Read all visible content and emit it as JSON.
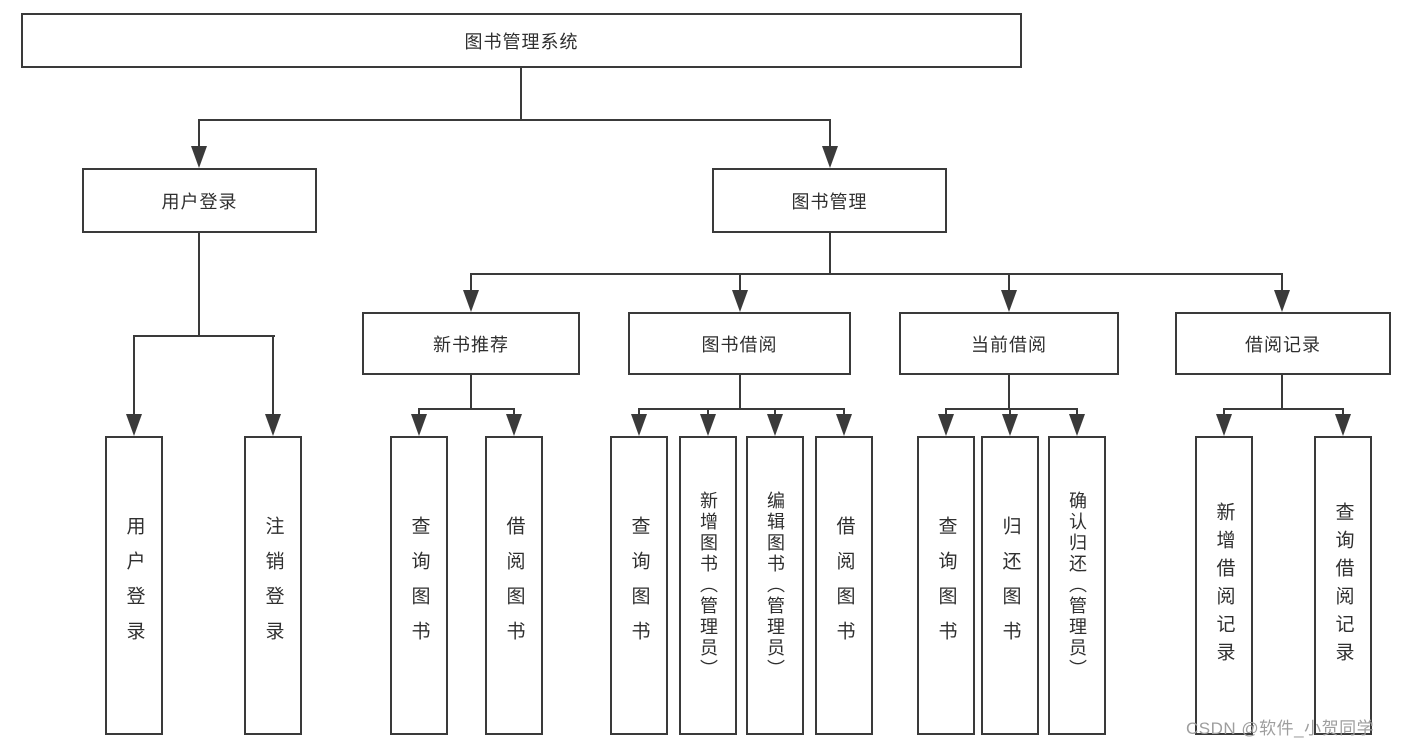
{
  "diagram": {
    "nodes": {
      "root": {
        "label": "图书管理系统"
      },
      "user_login": {
        "label": "用户登录"
      },
      "book_mgmt": {
        "label": "图书管理"
      },
      "new_book_rec": {
        "label": "新书推荐"
      },
      "book_borrow": {
        "label": "图书借阅"
      },
      "current_borrow": {
        "label": "当前借阅"
      },
      "borrow_records": {
        "label": "借阅记录"
      }
    },
    "leaves": {
      "user_login": [
        {
          "label": "用户登录"
        },
        {
          "label": "注销登录"
        }
      ],
      "new_book_rec": [
        {
          "label": "查询图书"
        },
        {
          "label": "借阅图书"
        }
      ],
      "book_borrow": [
        {
          "label": "查询图书"
        },
        {
          "label": "新增图书（管理员）"
        },
        {
          "label": "编辑图书（管理员）"
        },
        {
          "label": "借阅图书"
        }
      ],
      "current_borrow": [
        {
          "label": "查询图书"
        },
        {
          "label": "归还图书"
        },
        {
          "label": "确认归还（管理员）"
        }
      ],
      "borrow_records": [
        {
          "label": "新增借阅记录"
        },
        {
          "label": "查询借阅记录"
        }
      ]
    },
    "watermark": "CSDN @软件_小贺同学",
    "colors": {
      "line": "#3a3a3a",
      "text": "#2f2f2f",
      "watermark": "#9e9e9e",
      "background": "#ffffff"
    }
  }
}
